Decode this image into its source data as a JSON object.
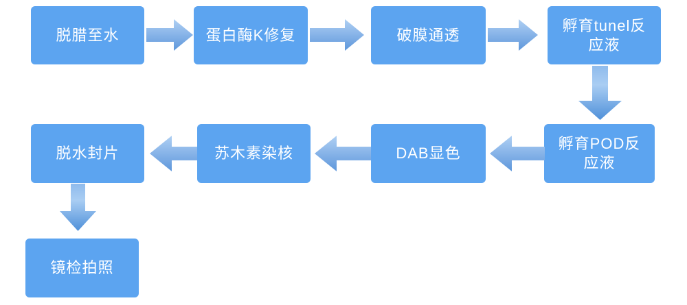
{
  "diagram": {
    "type": "flowchart",
    "subject": "TUNEL staining procedure",
    "colors": {
      "box_fill": "#5CA4F0",
      "arrow_gradient_light": "#AFD0F3",
      "arrow_gradient_dark": "#5E97DB",
      "text": "#FFFFFF",
      "background": "#FFFFFF"
    },
    "nodes": [
      {
        "id": "step-1",
        "label": "脱腊至水"
      },
      {
        "id": "step-2",
        "label": "蛋白酶K修复"
      },
      {
        "id": "step-3",
        "label": "破膜通透"
      },
      {
        "id": "step-4",
        "label": "孵育tunel反\n应液"
      },
      {
        "id": "step-5",
        "label": "孵育POD反\n应液"
      },
      {
        "id": "step-6",
        "label": "DAB显色"
      },
      {
        "id": "step-7",
        "label": "苏木素染核"
      },
      {
        "id": "step-8",
        "label": "脱水封片"
      },
      {
        "id": "step-9",
        "label": "镜检拍照"
      }
    ],
    "edges": [
      {
        "from": "step-1",
        "to": "step-2",
        "direction": "right"
      },
      {
        "from": "step-2",
        "to": "step-3",
        "direction": "right"
      },
      {
        "from": "step-3",
        "to": "step-4",
        "direction": "right"
      },
      {
        "from": "step-4",
        "to": "step-5",
        "direction": "down"
      },
      {
        "from": "step-5",
        "to": "step-6",
        "direction": "left"
      },
      {
        "from": "step-6",
        "to": "step-7",
        "direction": "left"
      },
      {
        "from": "step-7",
        "to": "step-8",
        "direction": "left"
      },
      {
        "from": "step-8",
        "to": "step-9",
        "direction": "down"
      }
    ]
  }
}
